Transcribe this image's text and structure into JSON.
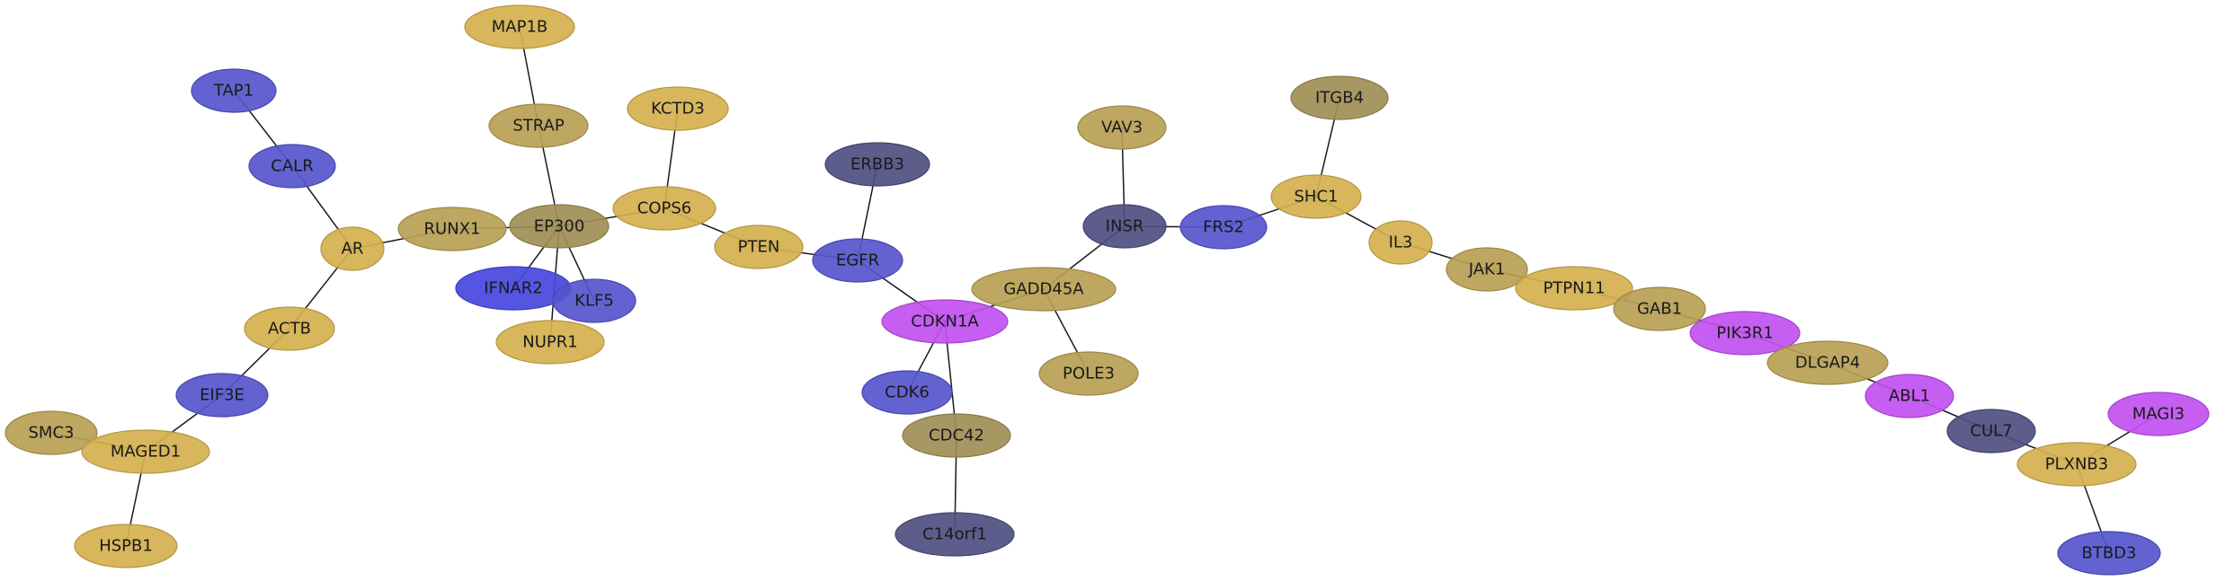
{
  "colors": {
    "gold": "#d4b04e",
    "khaki": "#b79f54",
    "olive": "#a08e55",
    "blue": "#5555cc",
    "bright_blue": "#4747e0",
    "navy": "#4f4f82",
    "magenta": "#c050f0"
  },
  "nodes": [
    {
      "id": "MAP1B",
      "label": "MAP1B",
      "color": "gold"
    },
    {
      "id": "TAP1",
      "label": "TAP1",
      "color": "blue"
    },
    {
      "id": "KCTD3",
      "label": "KCTD3",
      "color": "gold"
    },
    {
      "id": "STRAP",
      "label": "STRAP",
      "color": "khaki"
    },
    {
      "id": "ITGB4",
      "label": "ITGB4",
      "color": "olive"
    },
    {
      "id": "VAV3",
      "label": "VAV3",
      "color": "khaki"
    },
    {
      "id": "ERBB3",
      "label": "ERBB3",
      "color": "navy"
    },
    {
      "id": "CALR",
      "label": "CALR",
      "color": "blue"
    },
    {
      "id": "SHC1",
      "label": "SHC1",
      "color": "gold"
    },
    {
      "id": "COPS6",
      "label": "COPS6",
      "color": "gold"
    },
    {
      "id": "EP300",
      "label": "EP300",
      "color": "olive"
    },
    {
      "id": "INSR",
      "label": "INSR",
      "color": "navy"
    },
    {
      "id": "FRS2",
      "label": "FRS2",
      "color": "blue"
    },
    {
      "id": "RUNX1",
      "label": "RUNX1",
      "color": "khaki"
    },
    {
      "id": "IL3",
      "label": "IL3",
      "color": "gold"
    },
    {
      "id": "AR",
      "label": "AR",
      "color": "gold"
    },
    {
      "id": "PTEN",
      "label": "PTEN",
      "color": "gold"
    },
    {
      "id": "EGFR",
      "label": "EGFR",
      "color": "blue"
    },
    {
      "id": "JAK1",
      "label": "JAK1",
      "color": "khaki"
    },
    {
      "id": "PTPN11",
      "label": "PTPN11",
      "color": "gold"
    },
    {
      "id": "IFNAR2",
      "label": "IFNAR2",
      "color": "bright_blue"
    },
    {
      "id": "KLF5",
      "label": "KLF5",
      "color": "blue"
    },
    {
      "id": "GADD45A",
      "label": "GADD45A",
      "color": "khaki"
    },
    {
      "id": "GAB1",
      "label": "GAB1",
      "color": "khaki"
    },
    {
      "id": "CDKN1A",
      "label": "CDKN1A",
      "color": "magenta"
    },
    {
      "id": "ACTB",
      "label": "ACTB",
      "color": "gold"
    },
    {
      "id": "PIK3R1",
      "label": "PIK3R1",
      "color": "magenta"
    },
    {
      "id": "NUPR1",
      "label": "NUPR1",
      "color": "gold"
    },
    {
      "id": "DLGAP4",
      "label": "DLGAP4",
      "color": "khaki"
    },
    {
      "id": "POLE3",
      "label": "POLE3",
      "color": "khaki"
    },
    {
      "id": "CDK6",
      "label": "CDK6",
      "color": "blue"
    },
    {
      "id": "EIF3E",
      "label": "EIF3E",
      "color": "blue"
    },
    {
      "id": "ABL1",
      "label": "ABL1",
      "color": "magenta"
    },
    {
      "id": "SMC3",
      "label": "SMC3",
      "color": "khaki"
    },
    {
      "id": "MAGI3",
      "label": "MAGI3",
      "color": "magenta"
    },
    {
      "id": "CDC42",
      "label": "CDC42",
      "color": "olive"
    },
    {
      "id": "CUL7",
      "label": "CUL7",
      "color": "navy"
    },
    {
      "id": "MAGED1",
      "label": "MAGED1",
      "color": "gold"
    },
    {
      "id": "PLXNB3",
      "label": "PLXNB3",
      "color": "gold"
    },
    {
      "id": "C14orf1",
      "label": "C14orf1",
      "color": "navy"
    },
    {
      "id": "HSPB1",
      "label": "HSPB1",
      "color": "gold"
    },
    {
      "id": "BTBD3",
      "label": "BTBD3",
      "color": "blue"
    }
  ],
  "edges": [
    [
      "MAP1B",
      "STRAP"
    ],
    [
      "STRAP",
      "EP300"
    ],
    [
      "TAP1",
      "CALR"
    ],
    [
      "CALR",
      "AR"
    ],
    [
      "AR",
      "RUNX1"
    ],
    [
      "AR",
      "ACTB"
    ],
    [
      "RUNX1",
      "EP300"
    ],
    [
      "EP300",
      "COPS6"
    ],
    [
      "EP300",
      "IFNAR2"
    ],
    [
      "EP300",
      "KLF5"
    ],
    [
      "EP300",
      "NUPR1"
    ],
    [
      "KCTD3",
      "COPS6"
    ],
    [
      "COPS6",
      "PTEN"
    ],
    [
      "PTEN",
      "EGFR"
    ],
    [
      "ERBB3",
      "EGFR"
    ],
    [
      "EGFR",
      "CDKN1A"
    ],
    [
      "CDKN1A",
      "GADD45A"
    ],
    [
      "CDKN1A",
      "CDK6"
    ],
    [
      "CDKN1A",
      "CDC42"
    ],
    [
      "CDC42",
      "C14orf1"
    ],
    [
      "GADD45A",
      "POLE3"
    ],
    [
      "GADD45A",
      "INSR"
    ],
    [
      "VAV3",
      "INSR"
    ],
    [
      "INSR",
      "FRS2"
    ],
    [
      "FRS2",
      "SHC1"
    ],
    [
      "ITGB4",
      "SHC1"
    ],
    [
      "SHC1",
      "IL3"
    ],
    [
      "IL3",
      "JAK1"
    ],
    [
      "JAK1",
      "PTPN11"
    ],
    [
      "PTPN11",
      "GAB1"
    ],
    [
      "GAB1",
      "PIK3R1"
    ],
    [
      "PIK3R1",
      "DLGAP4"
    ],
    [
      "DLGAP4",
      "ABL1"
    ],
    [
      "ABL1",
      "CUL7"
    ],
    [
      "CUL7",
      "PLXNB3"
    ],
    [
      "MAGI3",
      "PLXNB3"
    ],
    [
      "PLXNB3",
      "BTBD3"
    ],
    [
      "ACTB",
      "EIF3E"
    ],
    [
      "EIF3E",
      "MAGED1"
    ],
    [
      "SMC3",
      "MAGED1"
    ],
    [
      "MAGED1",
      "HSPB1"
    ]
  ]
}
